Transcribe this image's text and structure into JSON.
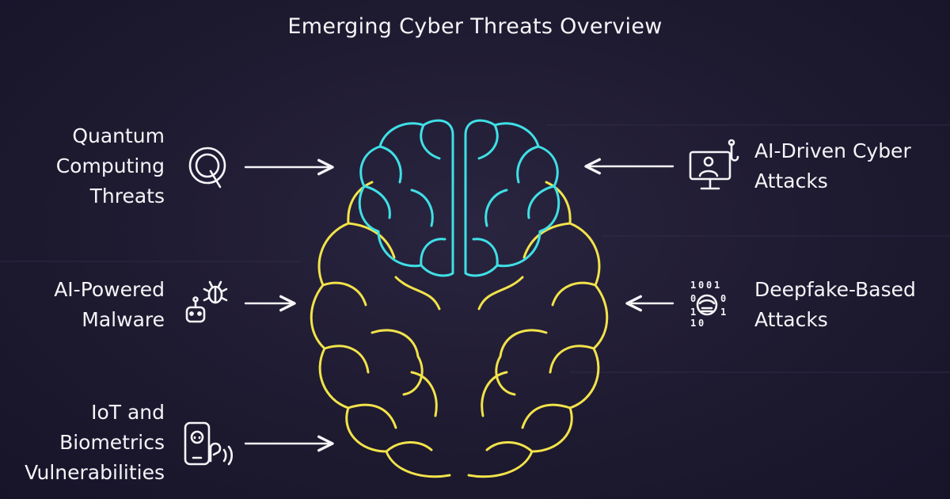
{
  "title": "Emerging Cyber Threats Overview",
  "colors": {
    "background": "#1e1a30",
    "text": "#f5f5f8",
    "brain_top": "#3fe0e6",
    "brain_bottom": "#f2e34a",
    "arrow": "#f5f5f8"
  },
  "threats": [
    {
      "lines": [
        "Quantum",
        "Computing",
        "Threats"
      ],
      "icon": "quantum-q-icon",
      "side": "left"
    },
    {
      "lines": [
        "AI-Powered",
        "Malware"
      ],
      "icon": "robot-bug-icon",
      "side": "left"
    },
    {
      "lines": [
        "IoT and",
        "Biometrics",
        "Vulnerabilities"
      ],
      "icon": "phone-fingerprint-icon",
      "side": "left"
    },
    {
      "lines": [
        "AI-Driven Cyber",
        "Attacks"
      ],
      "icon": "monitor-hacker-icon",
      "side": "right"
    },
    {
      "lines": [
        "Deepfake-Based",
        "Attacks"
      ],
      "icon": "binary-face-icon",
      "side": "right"
    }
  ]
}
